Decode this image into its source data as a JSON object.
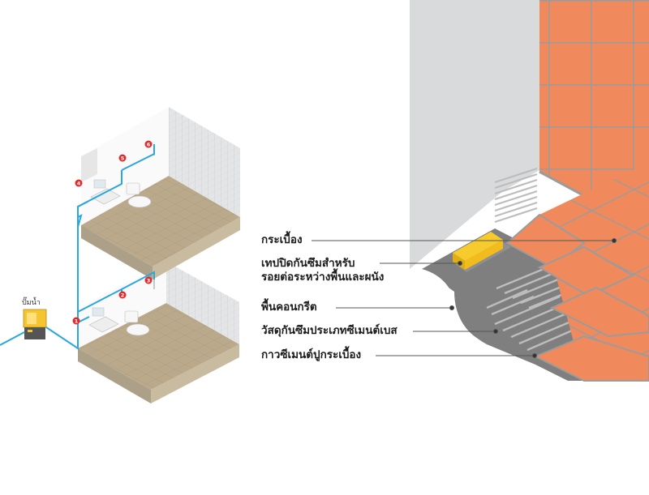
{
  "pump": {
    "label": "ปั๊มน้ำ"
  },
  "upper_bathroom": {
    "markers": [
      "4",
      "5",
      "6"
    ]
  },
  "lower_bathroom": {
    "markers": [
      "1",
      "2",
      "3"
    ]
  },
  "layers": [
    {
      "id": "tile",
      "label": "กระเบื้อง"
    },
    {
      "id": "tape",
      "label": "เทปปิดกันซึมสำหรับ",
      "label2": "รอยต่อระหว่างพื้นและผนัง"
    },
    {
      "id": "concrete",
      "label": "พื้นคอนกรีต"
    },
    {
      "id": "waterproof",
      "label": "วัสดุกันซึมประเภทซีเมนต์เบส"
    },
    {
      "id": "adhesive",
      "label": "กาวซีเมนต์ปูกระเบื้อง"
    }
  ],
  "colors": {
    "pipe": "#2aa7de",
    "tile": "#f08a5d",
    "grout": "#9a9a9a",
    "wall": "#d7d8da",
    "tape": "#f7cb2d",
    "concrete": "#868686",
    "floor_tile": "#b9a98c",
    "marker": "#e02a2a"
  }
}
